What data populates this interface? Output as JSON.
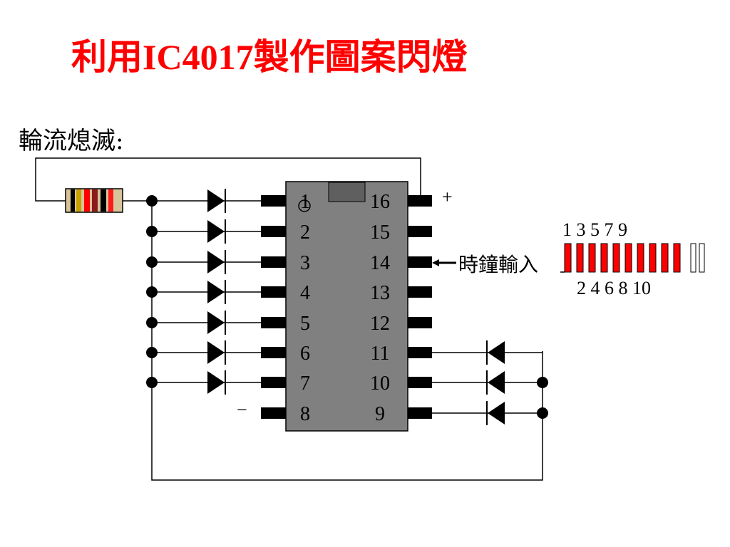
{
  "title": "利用IC4017製作圖案閃燈",
  "subtitle": "輪流熄滅:",
  "ic": {
    "left_pins": [
      "1",
      "2",
      "3",
      "4",
      "5",
      "6",
      "7",
      "8"
    ],
    "right_pins": [
      "16",
      "15",
      "14",
      "13",
      "12",
      "11",
      "10",
      "9"
    ]
  },
  "labels": {
    "plus": "+",
    "minus": "−",
    "clock_input": "時鐘輸入"
  },
  "pulse_train": {
    "odd_numbers": "1 3 5 7 9",
    "even_numbers": "2 4 6 8 10"
  },
  "colors": {
    "title": "#ff0000",
    "ic_body": "#808080",
    "pulse_fill": "#ff0000",
    "resistor_body": "#d8c49a"
  }
}
